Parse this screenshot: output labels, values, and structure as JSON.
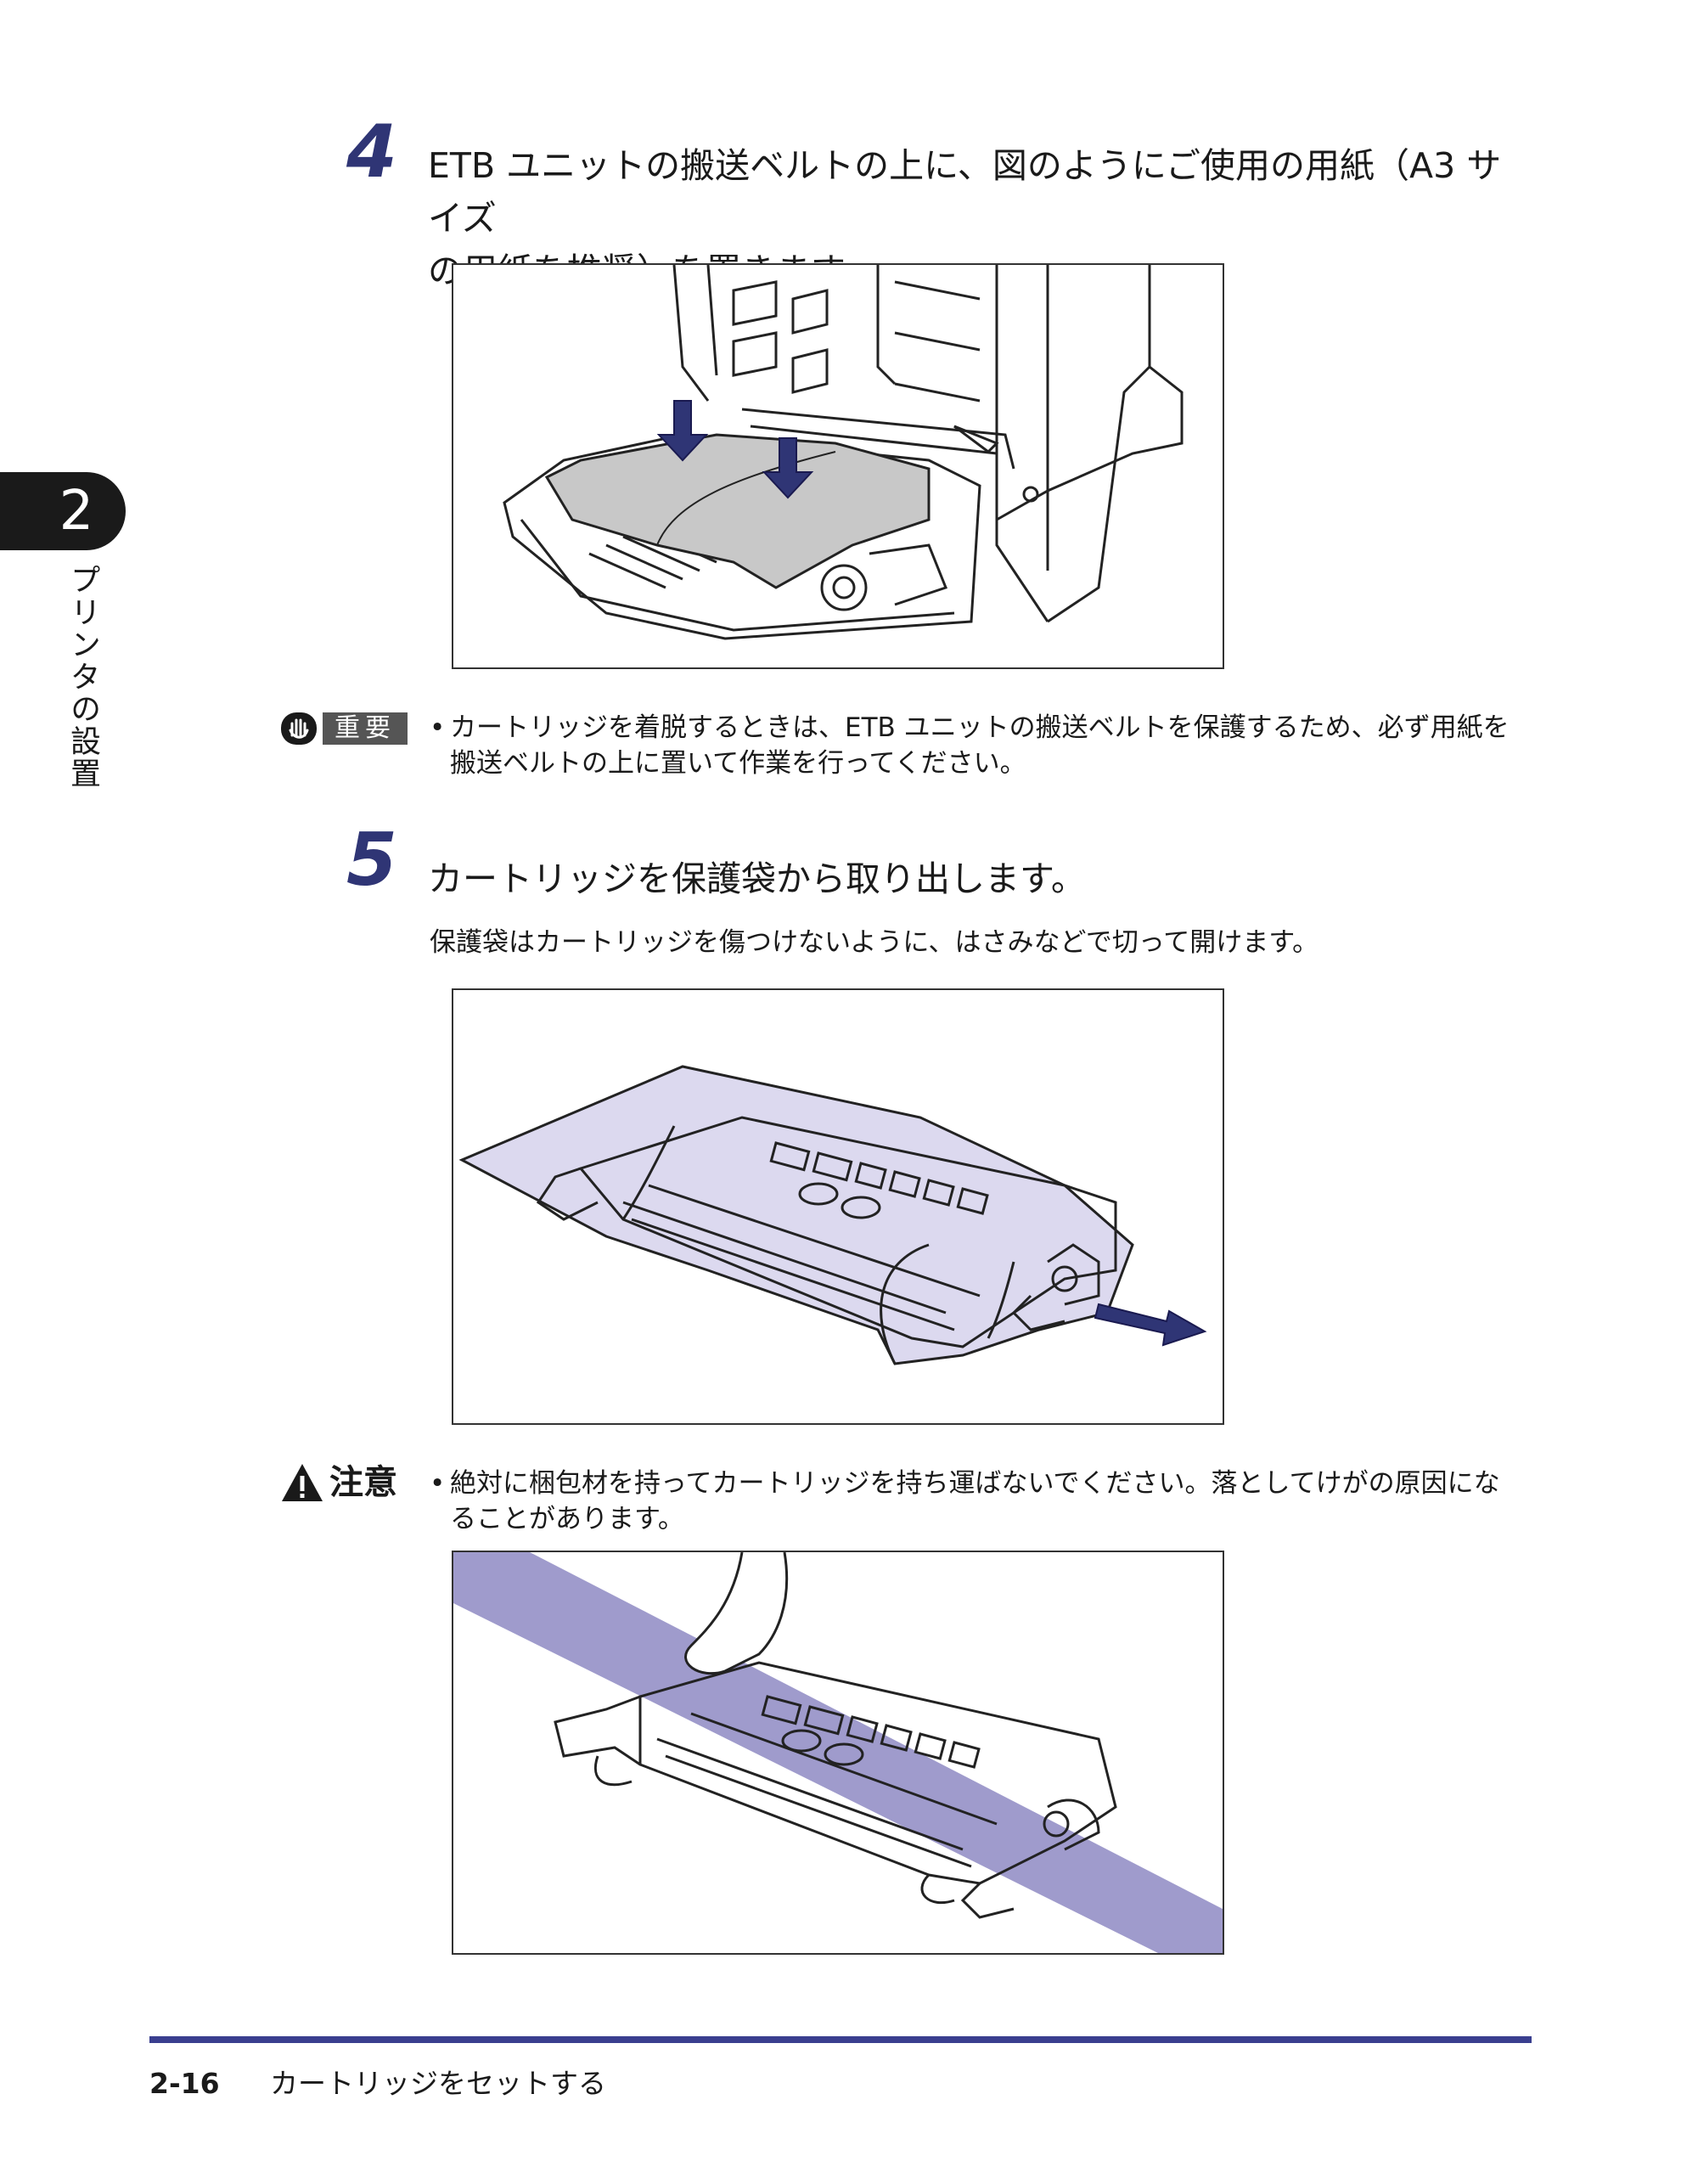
{
  "sidebar": {
    "chapter_number": "2",
    "chapter_title": "プリンタの設置"
  },
  "step4": {
    "number": "4",
    "title_line1": "ETB ユニットの搬送ベルトの上に、図のようにご使用の用紙（A3 サイズ",
    "title_line2": "の用紙を推奨）を置きます。"
  },
  "important_notice": {
    "label": "重要",
    "bullet": "•",
    "line1": "カートリッジを着脱するときは、ETB ユニットの搬送ベルトを保護するため、必ず用紙を",
    "line2": "搬送ベルトの上に置いて作業を行ってください。"
  },
  "step5": {
    "number": "5",
    "title": "カートリッジを保護袋から取り出します。",
    "description": "保護袋はカートリッジを傷つけないように、はさみなどで切って開けます。"
  },
  "caution_notice": {
    "label": "注意",
    "bullet": "•",
    "line1": "絶対に梱包材を持ってカートリッジを持ち運ばないでください。落としてけがの原因にな",
    "line2": "ることがあります。"
  },
  "footer": {
    "page_number": "2-16",
    "section_title": "カートリッジをセットする"
  },
  "colors": {
    "accent": "#3a3f8f",
    "step_number": "#2f3575",
    "arrow": "#2f3575",
    "bag": "#dcd9ef",
    "caution_band": "#9f9bcc",
    "paper": "#c8c8c8"
  }
}
